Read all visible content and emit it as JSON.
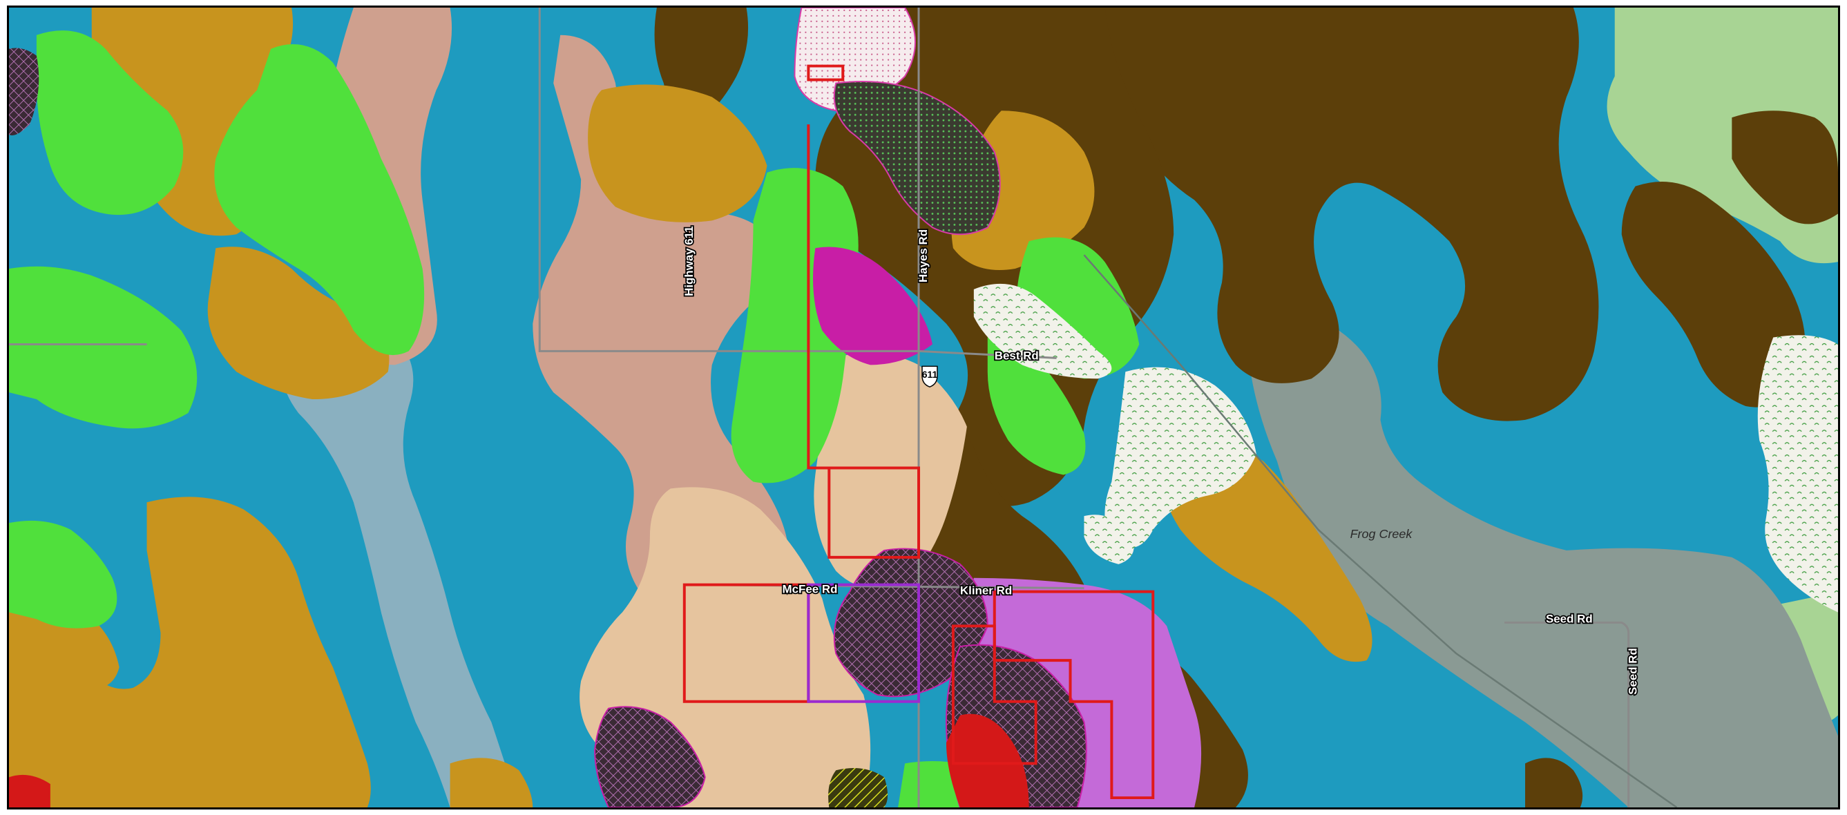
{
  "map": {
    "roads": {
      "highway_611": "Highway 611",
      "hayes_rd": "Hayes Rd",
      "best_rd": "Best Rd",
      "mcfee_rd": "McFee Rd",
      "kliner_rd": "Kliner Rd",
      "seed_rd_h": "Seed Rd",
      "seed_rd_v": "Seed Rd"
    },
    "route_shield": "611",
    "water": {
      "frog_creek": "Frog Creek"
    },
    "colors": {
      "base_blue": "#1e9bbf",
      "dark_brown": "#5c3f0a",
      "orange": "#c8941e",
      "bright_green": "#50e03c",
      "tan": "#e6c49e",
      "pink_tan": "#cfa08e",
      "magenta": "#c81ea6",
      "violet": "#c46ad8",
      "gray_corridor": "#8a9a94",
      "light_green": "#a8d494",
      "red_parcel": "#e01a1a",
      "purple_parcel": "#9b2ad0",
      "hatched_dark": "#3a2a35",
      "white_stipple": "#f2f2ea"
    }
  }
}
